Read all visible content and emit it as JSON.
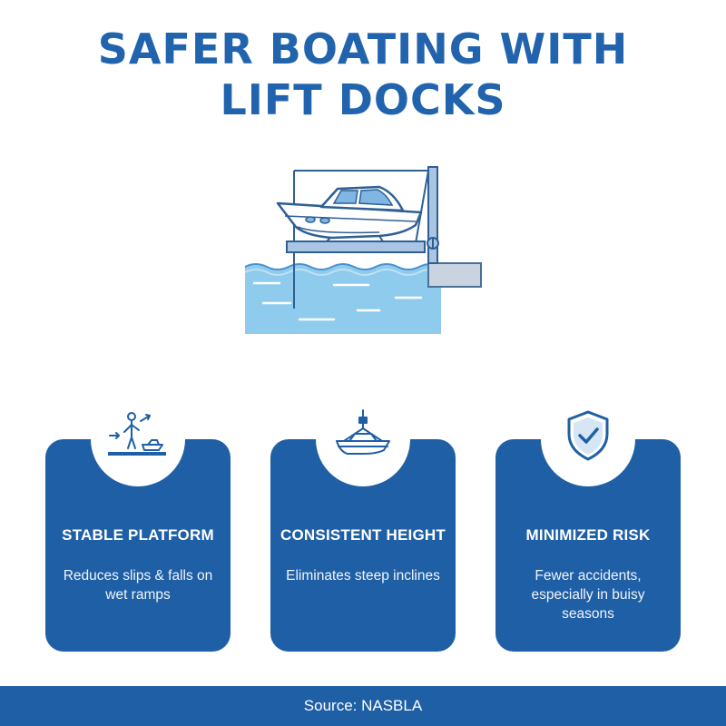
{
  "header": {
    "title_line1": "SAFER BOATING WITH",
    "title_line2": "LIFT DOCKS"
  },
  "hero": {
    "illustration": "boat-on-lift-illustration"
  },
  "cards": [
    {
      "icon": "person-boarding-icon",
      "title": "STABLE PLATFORM",
      "desc": "Reduces slips & falls on wet ramps"
    },
    {
      "icon": "boat-hoist-icon",
      "title": "CONSISTENT HEIGHT",
      "desc": "Eliminates steep inclines"
    },
    {
      "icon": "shield-check-icon",
      "title": "MINIMIZED RISK",
      "desc": "Fewer accidents, especially in buisy seasons"
    }
  ],
  "footer": {
    "source": "Source: NASBLA"
  },
  "colors": {
    "primary": "#1f5fa6",
    "title": "#2163ad",
    "water": "#8fcbed",
    "background": "#ffffff"
  }
}
